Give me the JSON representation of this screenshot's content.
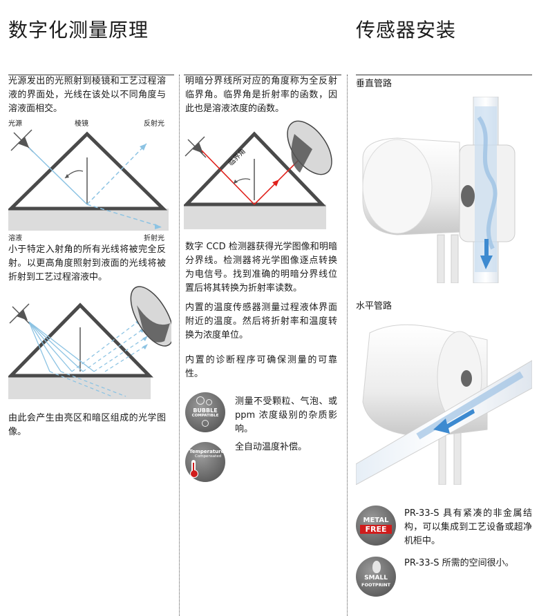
{
  "left": {
    "title": "数字化测量原理",
    "p1": "光源发出的光照射到棱镜和工艺过程溶液的界面处，光线在该处以不同角度与溶液面相交。",
    "diagram1": {
      "light_source": "光源",
      "prism": "棱镜",
      "reflected": "反射光",
      "solution": "溶液",
      "refracted": "折射光"
    },
    "p2": "小于特定入射角的所有光线将被完全反射。以更高角度照射到液面的光线将被折射到工艺过程溶液中。",
    "p3": "由此会产生由亮区和暗区组成的光学图像。"
  },
  "middle": {
    "p1": "明暗分界线所对应的角度称为全反射临界角。临界角是折射率的函数，因此也是溶液浓度的函数。",
    "critical_angle": "临界角",
    "p2": "数字 CCD 检测器获得光学图像和明暗分界线。检测器将光学图像逐点转换为电信号。找到准确的明暗分界线位置后将其转换为折射率读数。",
    "p3": "内置的温度传感器测量过程液体界面附近的温度。然后将折射率和温度转换为浓度单位。",
    "p4": "内置的诊断程序可确保测量的可靠性。",
    "bubble_badge": {
      "line1": "BUBBLE",
      "line2": "COMPATIBLE"
    },
    "bubble_text": "测量不受颗粒、气泡、或 ppm 浓度级别的杂质影响。",
    "temp_badge": {
      "line1": "Temperature",
      "line2": "Compensated"
    },
    "temp_text": "全自动温度补偿。"
  },
  "right": {
    "title": "传感器安装",
    "vertical": "垂直管路",
    "horizontal": "水平管路",
    "metal_badge": {
      "line1": "METAL",
      "line2": "FREE"
    },
    "metal_text": "PR-33-S 具有紧凑的非金属结构，可以集成到工艺设备或超净机柜中。",
    "small_badge": {
      "line1": "SMALL",
      "line2": "FOOTPRINT"
    },
    "small_text": "PR-33-S 所需的空间很小。"
  },
  "colors": {
    "ray_blue": "#8cc3e3",
    "red": "#e0201b",
    "prism_gray": "#4a4a4a",
    "solution_gray": "#dcdcdc"
  }
}
